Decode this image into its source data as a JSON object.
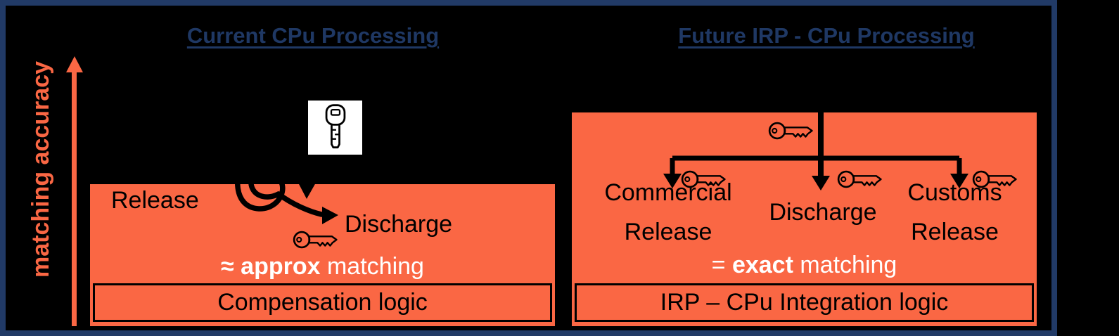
{
  "colors": {
    "orange": "#fa6744",
    "navy": "#1f3864",
    "frame_navy": "#213a66",
    "background": "#000000",
    "text_black": "#000000",
    "text_white": "#ffffff"
  },
  "axis": {
    "label": "matching accuracy"
  },
  "left_panel": {
    "title": "Current CPu Processing",
    "release_label": "Release",
    "discharge_label": "Discharge",
    "matching": {
      "sign": "≈",
      "bold_word": "approx",
      "rest": "matching"
    },
    "logic_box_label": "Compensation logic"
  },
  "right_panel": {
    "title": "Future IRP - CPu Processing",
    "branches": [
      {
        "label": "Commercial Release"
      },
      {
        "label": "Discharge"
      },
      {
        "label": "Customs Release"
      }
    ],
    "matching": {
      "sign": "=",
      "bold_word": "exact",
      "rest": "matching"
    },
    "logic_box_label": "IRP – CPu Integration logic"
  },
  "icons": {
    "key": "key-icon",
    "up_arrow": "up-arrow-icon",
    "tangled_arrows": "tangled-arrows-icon",
    "branch_arrows": "branch-arrows-icon"
  }
}
